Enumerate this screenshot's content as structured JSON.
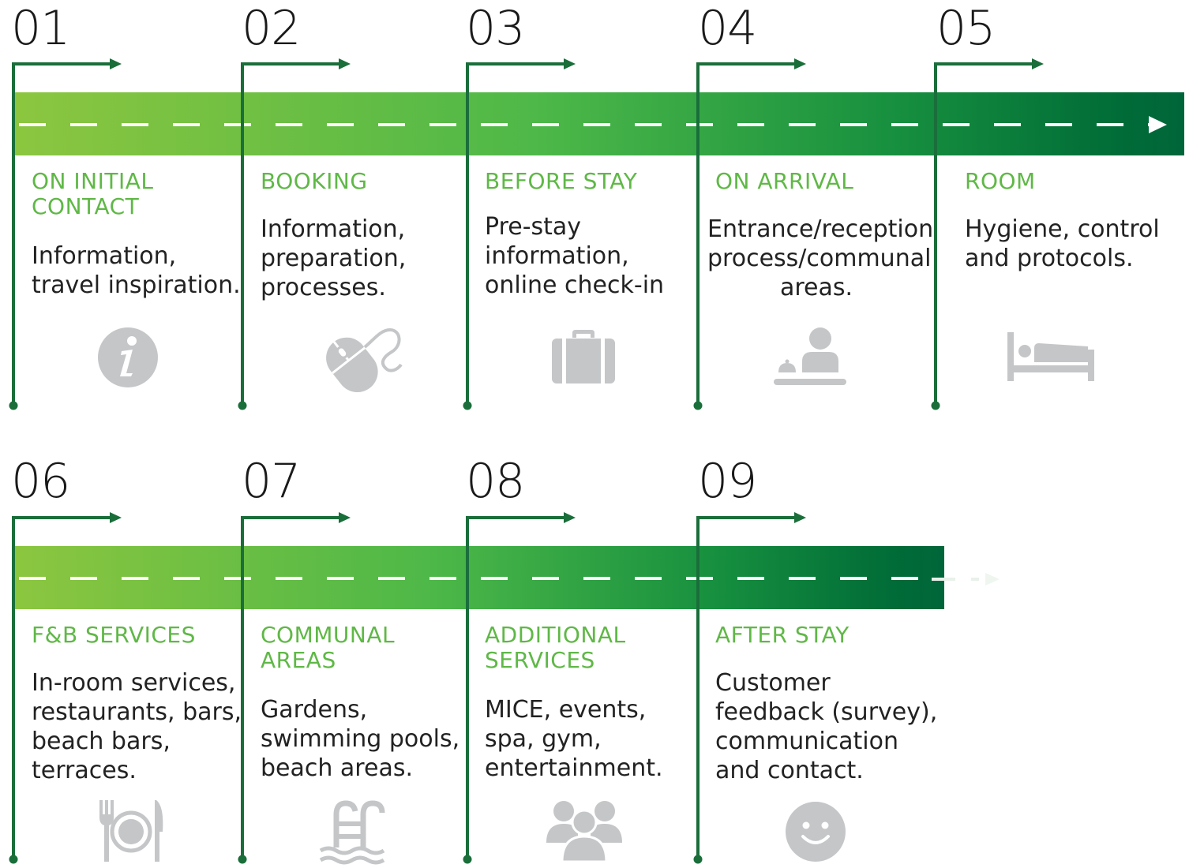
{
  "steps": [
    {
      "num": "01",
      "title": [
        "ON INITIAL",
        "CONTACT"
      ],
      "desc": [
        "Information,",
        "travel inspiration."
      ],
      "icon": "info-icon"
    },
    {
      "num": "02",
      "title": [
        "BOOKING"
      ],
      "desc": [
        "Information,",
        "preparation,",
        "processes."
      ],
      "icon": "mouse-icon"
    },
    {
      "num": "03",
      "title": [
        "BEFORE STAY"
      ],
      "desc": [
        "Pre-stay",
        "information,",
        "online check-in"
      ],
      "icon": "suitcase-icon"
    },
    {
      "num": "04",
      "title": [
        "ON ARRIVAL"
      ],
      "desc": [
        "Entrance/reception",
        "process/communal",
        "areas."
      ],
      "icon": "reception-icon"
    },
    {
      "num": "05",
      "title": [
        "ROOM"
      ],
      "desc": [
        "Hygiene, control",
        "and protocols."
      ],
      "icon": "bed-icon"
    },
    {
      "num": "06",
      "title": [
        "F&B SERVICES"
      ],
      "desc": [
        "In-room services,",
        "restaurants, bars,",
        "beach bars,",
        "terraces."
      ],
      "icon": "dining-icon"
    },
    {
      "num": "07",
      "title": [
        "COMMUNAL",
        "AREAS"
      ],
      "desc": [
        "Gardens,",
        "swimming pools,",
        "beach areas."
      ],
      "icon": "pool-icon"
    },
    {
      "num": "08",
      "title": [
        "ADDITIONAL",
        "SERVICES"
      ],
      "desc": [
        "MICE, events,",
        "spa, gym,",
        "entertainment."
      ],
      "icon": "group-icon"
    },
    {
      "num": "09",
      "title": [
        "AFTER STAY"
      ],
      "desc": [
        "Customer",
        "feedback (survey),",
        "communication",
        "and contact."
      ],
      "icon": "smiley-icon"
    }
  ],
  "colors": {
    "title_green": "#5fb846",
    "line_green": "#1a6e3a",
    "icon_grey": "#c4c6c8",
    "band_start": "#8cc63f",
    "band_end": "#00663a"
  }
}
